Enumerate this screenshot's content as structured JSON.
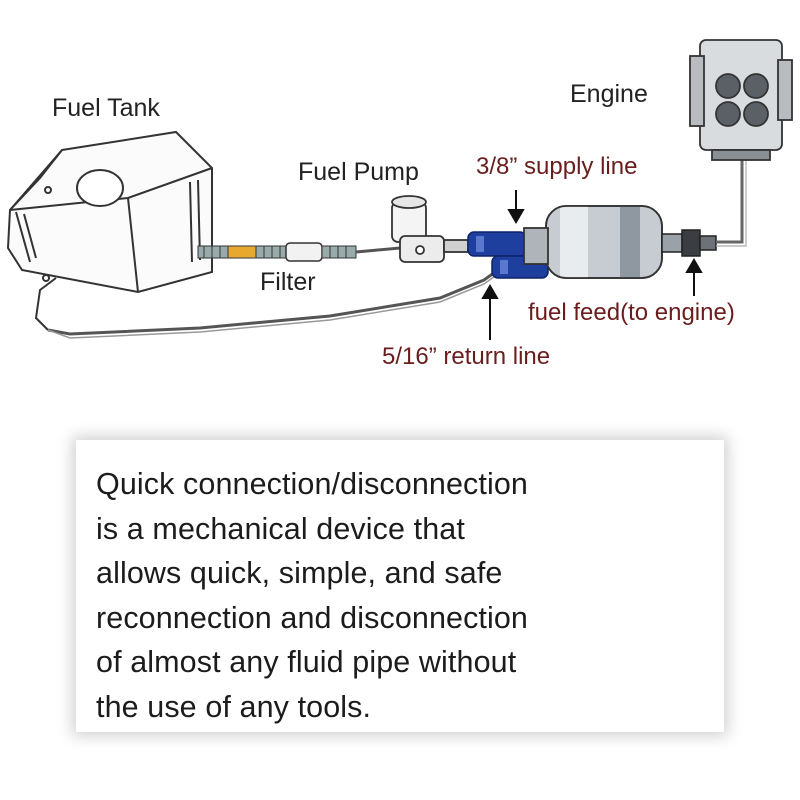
{
  "labels": {
    "fuel_tank": "Fuel Tank",
    "fuel_pump": "Fuel Pump",
    "filter": "Filter",
    "engine": "Engine",
    "supply_line": "3/8” supply line",
    "return_line": "5/16” return line",
    "fuel_feed": "fuel feed(to engine)"
  },
  "description": "Quick connection/disconnection\nis a mechanical device that\nallows quick, simple, and safe\nreconnection and disconnection\nof almost any fluid pipe without\nthe use of any tools.",
  "colors": {
    "label_dark": "#222222",
    "label_red": "#6b1d1d",
    "connector_blue": "#1f3f9f",
    "filter_element": "#e8a830",
    "line_gray": "#555555"
  }
}
